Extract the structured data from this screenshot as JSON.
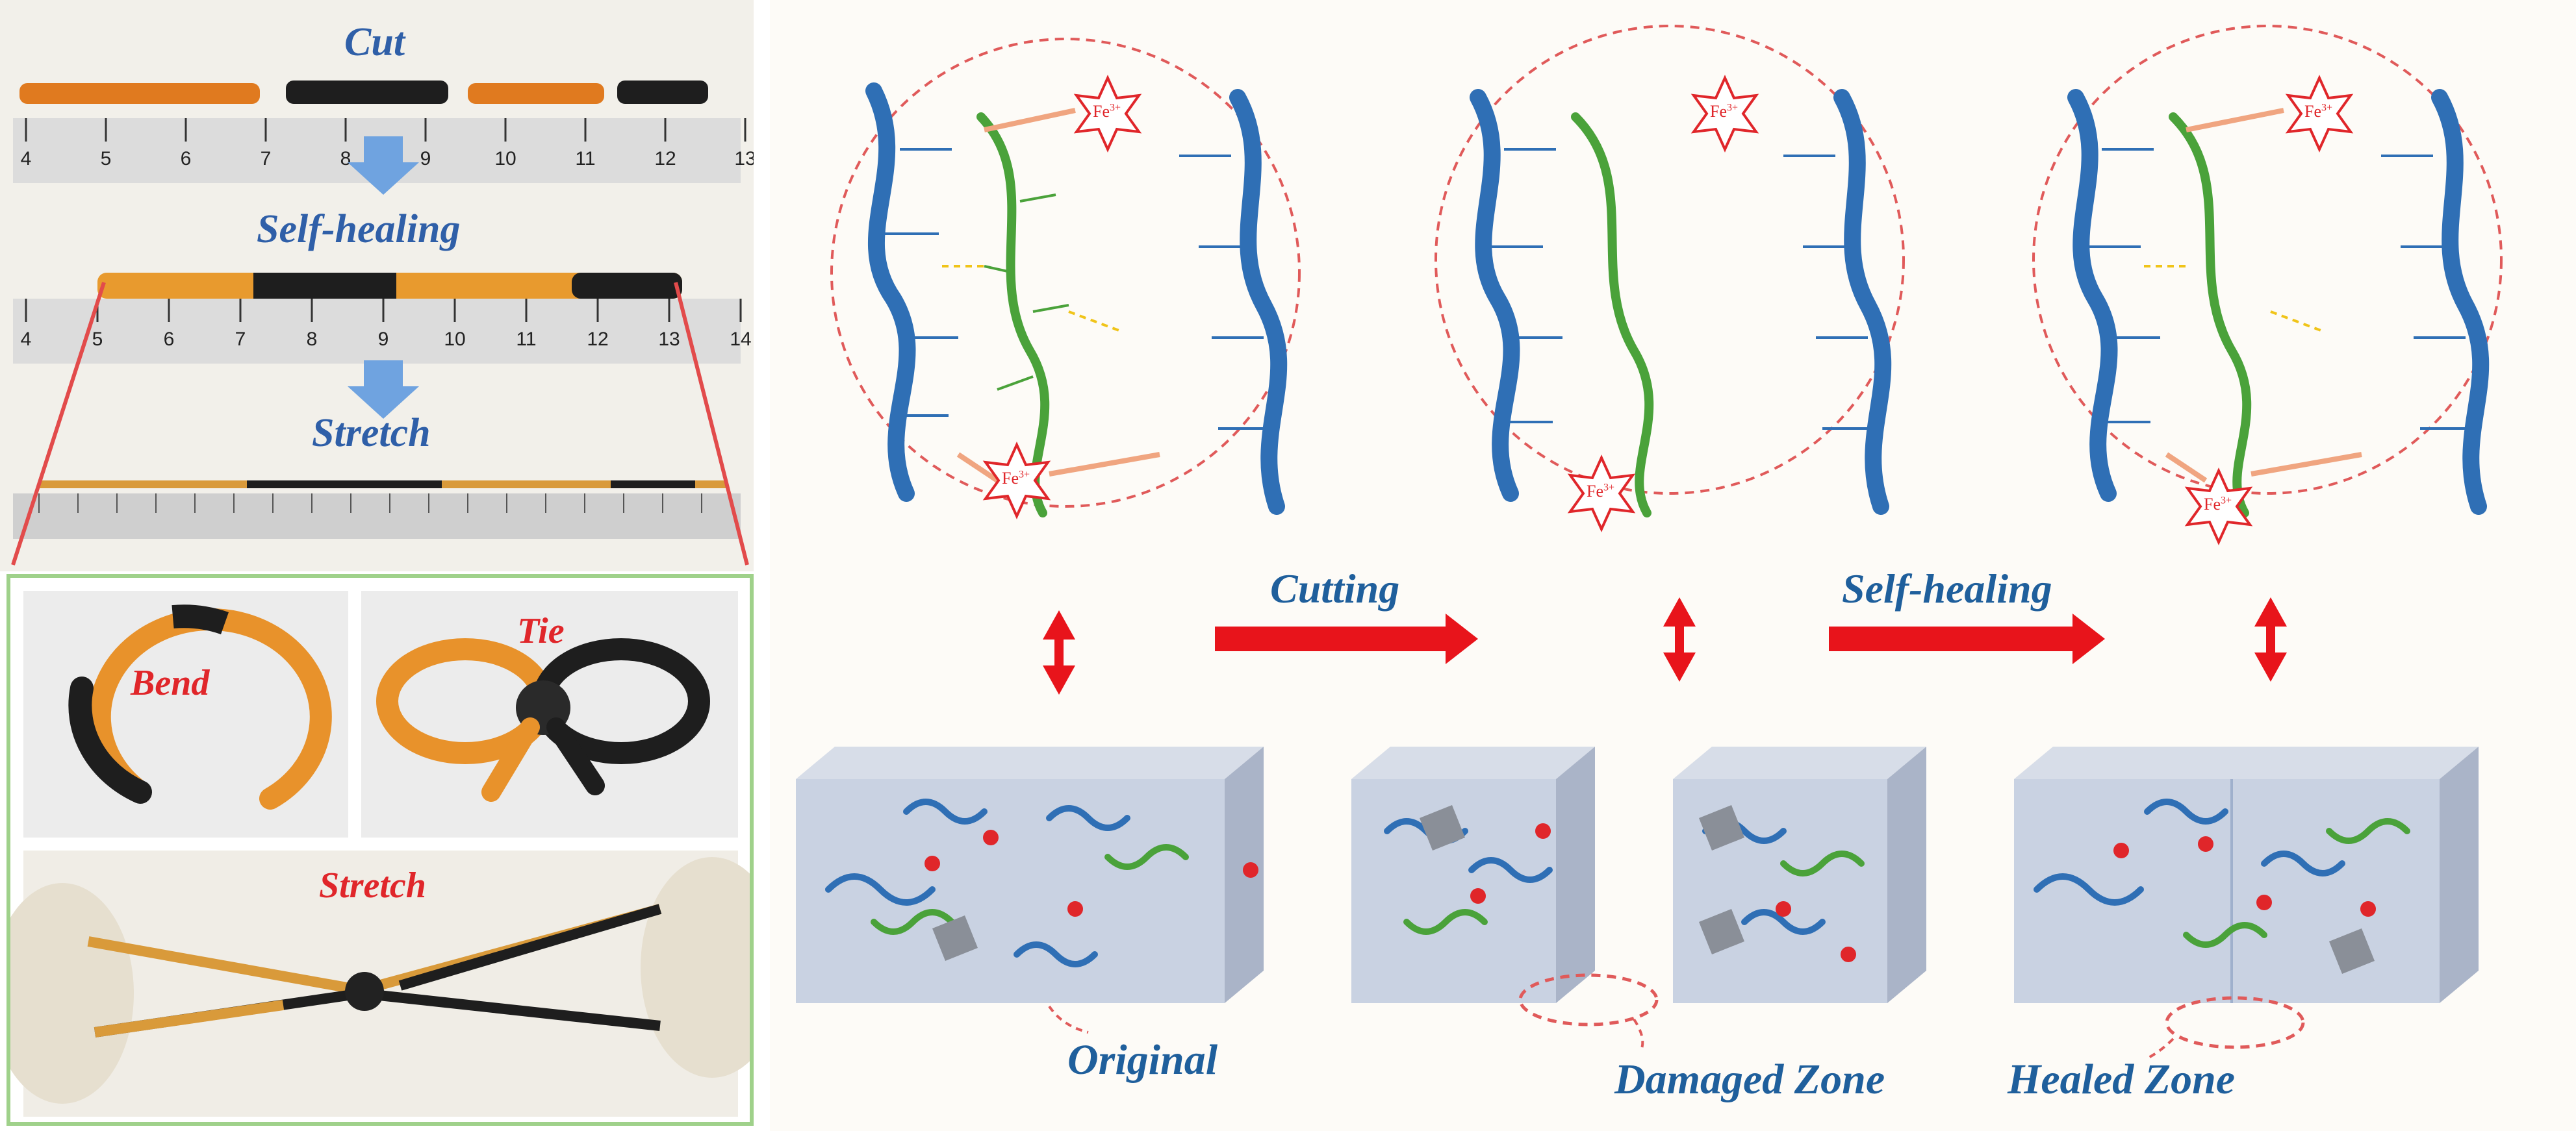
{
  "left_panel": {
    "labels": {
      "cut": "Cut",
      "self_healing": "Self-healing",
      "stretch": "Stretch"
    },
    "ruler1_ticks": [
      "4",
      "5",
      "6",
      "7",
      "8",
      "9",
      "10",
      "11",
      "12",
      "13"
    ],
    "ruler2_ticks": [
      "4",
      "5",
      "6",
      "7",
      "8",
      "9",
      "10",
      "11",
      "12",
      "13",
      "14"
    ]
  },
  "bottom_left_panel": {
    "labels": {
      "bend": "Bend",
      "tie": "Tie",
      "stretch": "Stretch"
    }
  },
  "right_panel": {
    "arrows": {
      "cutting": "Cutting",
      "self_healing": "Self-healing"
    },
    "zones": {
      "original": "Original",
      "damaged": "Damaged Zone",
      "healed": "Healed Zone"
    },
    "ion_label": "Fe",
    "ion_charge": "3+"
  },
  "colors": {
    "chain_blue": "#2f6fb5",
    "chain_green": "#4aa23a",
    "ion_red": "#e0262a",
    "arrow_red": "#e8141b",
    "label_blue": "#2f5fa8",
    "label_red": "#e0262a",
    "frame_green": "#9fd18a"
  }
}
